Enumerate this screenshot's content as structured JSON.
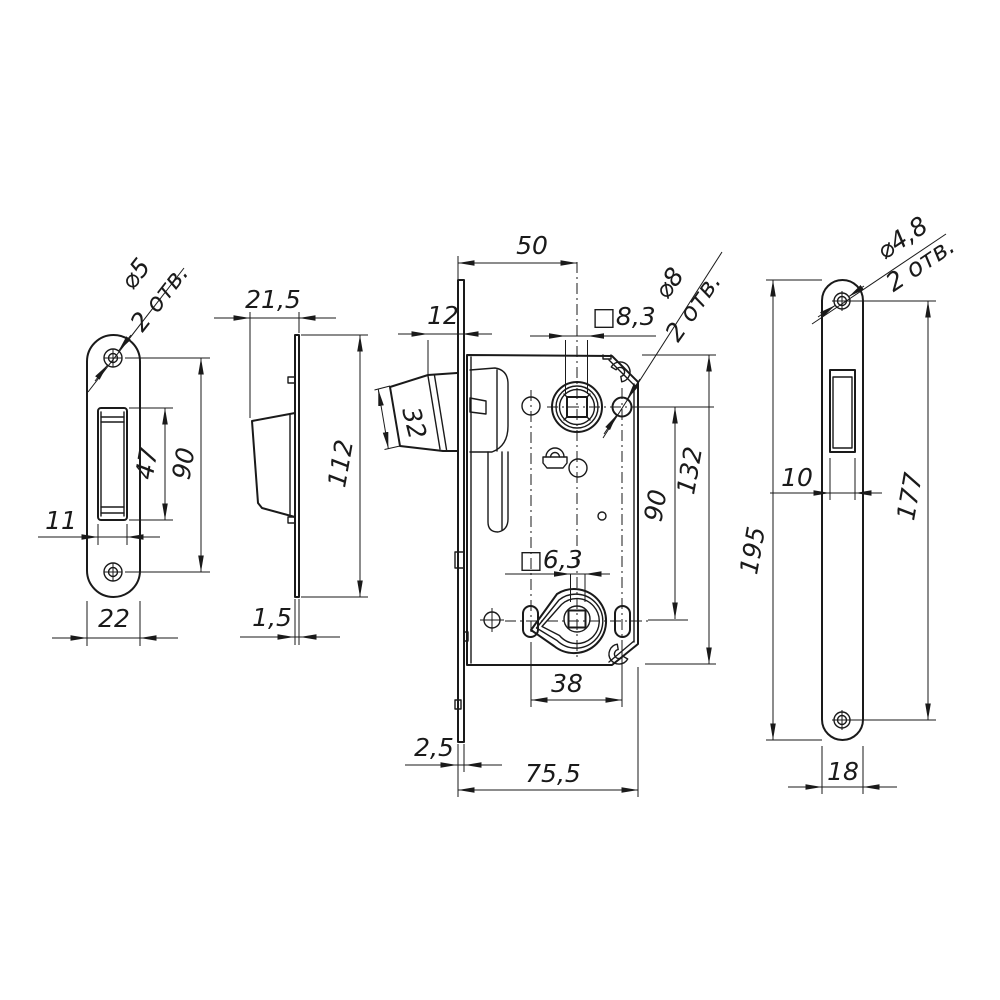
{
  "drawing": {
    "kind": "technical-drawing",
    "colors": {
      "line": "#1a1a1a",
      "background": "#ffffff"
    },
    "views": {
      "strike_plate_front": {
        "labels": {
          "hole_callout": "⌀5",
          "hole_count": "2 отв.",
          "hole_spacing": "90",
          "cutout_height": "47",
          "cutout_width": "11",
          "plate_width": "22"
        }
      },
      "strike_plate_side": {
        "labels": {
          "depth": "21,5",
          "height": "112",
          "thickness": "1,5"
        }
      },
      "lock_body": {
        "labels": {
          "backset": "50",
          "latch_protrusion": "12",
          "spindle_square": "□8,3",
          "hole_callout": "⌀8",
          "hole_count": "2 отв.",
          "latch_height": "32",
          "hub_spacing": "90",
          "body_height": "132",
          "wc_square": "□6,3",
          "slot_spacing": "38",
          "faceplate_thickness": "2,5",
          "body_depth": "75,5"
        }
      },
      "faceplate_front": {
        "labels": {
          "hole_callout": "⌀4,8",
          "hole_count": "2 отв.",
          "latch_width": "10",
          "hole_spacing": "177",
          "plate_height": "195",
          "plate_width": "18"
        }
      }
    }
  }
}
